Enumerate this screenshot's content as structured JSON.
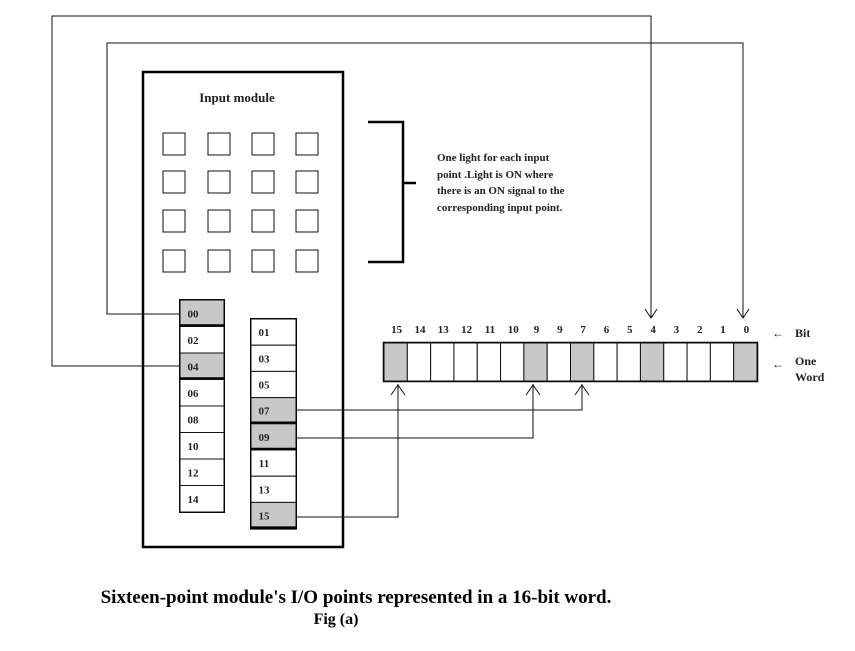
{
  "module": {
    "title": "Input module",
    "left_terminals": [
      {
        "label": "00",
        "on": true
      },
      {
        "label": "02",
        "on": false
      },
      {
        "label": "04",
        "on": true
      },
      {
        "label": "06",
        "on": false
      },
      {
        "label": "08",
        "on": false
      },
      {
        "label": "10",
        "on": false
      },
      {
        "label": "12",
        "on": false
      },
      {
        "label": "14",
        "on": false
      }
    ],
    "right_terminals": [
      {
        "label": "01",
        "on": false
      },
      {
        "label": "03",
        "on": false
      },
      {
        "label": "05",
        "on": false
      },
      {
        "label": "07",
        "on": true
      },
      {
        "label": "09",
        "on": true
      },
      {
        "label": "11",
        "on": false
      },
      {
        "label": "13",
        "on": false
      },
      {
        "label": "15",
        "on": true
      }
    ]
  },
  "note": {
    "lines": [
      "One light for each input",
      "point .Light is ON where",
      "there is an ON signal to the",
      "corresponding input point."
    ]
  },
  "word": {
    "bit_labels": [
      "15",
      "14",
      "13",
      "12",
      "11",
      "10",
      "9",
      "9",
      "7",
      "6",
      "5",
      "4",
      "3",
      "2",
      "1",
      "0"
    ],
    "bits_on": [
      true,
      false,
      false,
      false,
      false,
      false,
      true,
      false,
      true,
      false,
      false,
      true,
      false,
      false,
      false,
      true
    ],
    "bit_legend": "Bit",
    "word_legend_line1": "One",
    "word_legend_line2": "Word",
    "arrow_glyph": "←"
  },
  "caption": {
    "title": "Sixteen-point module's I/O points represented in a 16-bit word.",
    "fig": "Fig (a)"
  },
  "colors": {
    "on_fill": "#c8c8c8",
    "off_fill": "#ffffff"
  }
}
